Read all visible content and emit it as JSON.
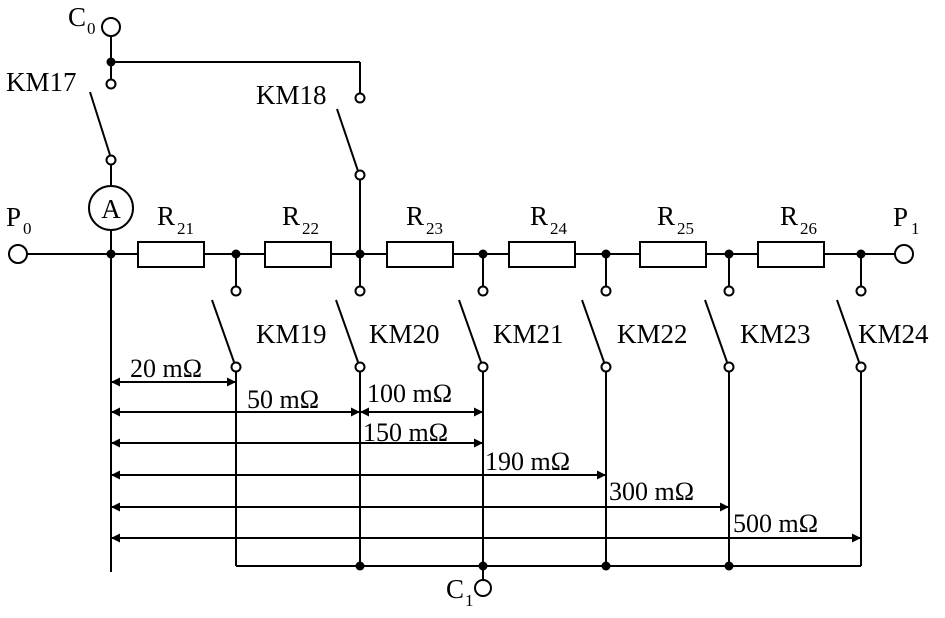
{
  "terminals": {
    "c0": {
      "main": "C",
      "sub": "0"
    },
    "c1": {
      "main": "C",
      "sub": "1"
    },
    "p0": {
      "main": "P",
      "sub": "0"
    },
    "p1": {
      "main": "P",
      "sub": "1"
    }
  },
  "ammeter": {
    "label": "A"
  },
  "switches": {
    "km17": "KM17",
    "km18": "KM18",
    "km19": "KM19",
    "km20": "KM20",
    "km21": "KM21",
    "km22": "KM22",
    "km23": "KM23",
    "km24": "KM24"
  },
  "resistors": [
    {
      "main": "R",
      "sub": "21"
    },
    {
      "main": "R",
      "sub": "22"
    },
    {
      "main": "R",
      "sub": "23"
    },
    {
      "main": "R",
      "sub": "24"
    },
    {
      "main": "R",
      "sub": "25"
    },
    {
      "main": "R",
      "sub": "26"
    }
  ],
  "measurements": [
    "20 mΩ",
    "50 mΩ",
    "100 mΩ",
    "150 mΩ",
    "190 mΩ",
    "300 mΩ",
    "500 mΩ"
  ]
}
